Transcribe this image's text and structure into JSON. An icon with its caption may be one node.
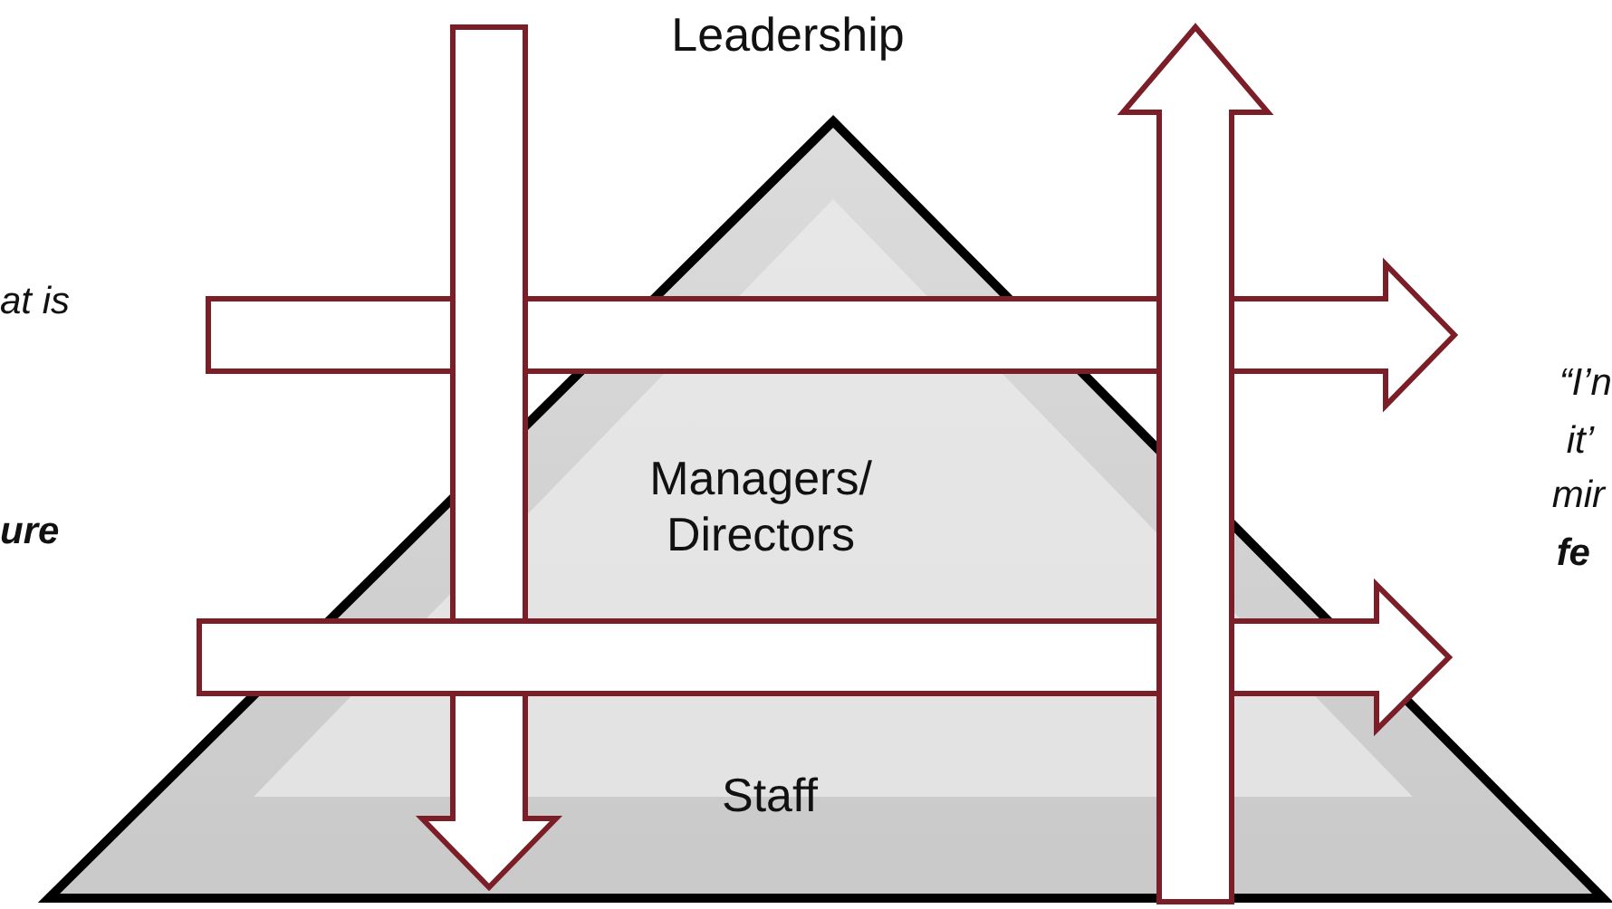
{
  "diagram": {
    "nodes": [
      {
        "text": [
          "Leadership",
          "Managers/ Directors",
          "Staff"
        ]
      }
    ],
    "labels": [
      "at is",
      "ure",
      "“I’n",
      "it’",
      "mir",
      "fe"
    ]
  }
}
